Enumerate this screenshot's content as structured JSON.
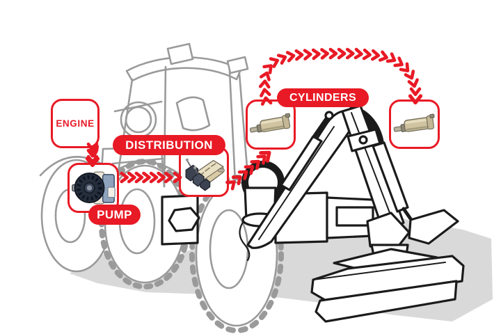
{
  "colors": {
    "accent_red": "#e81a25",
    "label_text_white": "#ffffff",
    "engine_text_red": "#e81a25",
    "machine_line_gray": "#9a9a9a",
    "machine_line_black": "#1b1b1b",
    "shadow_gray": "#d9d9d9",
    "background": "#ffffff"
  },
  "nodes": {
    "engine": {
      "label": "ENGINE"
    },
    "pump": {
      "label": "PUMP",
      "image": "gear-pump-photo"
    },
    "distribution": {
      "label": "DISTRIBUTION",
      "image": "hydraulic-control-valve-photo"
    },
    "cylinders": {
      "label": "CYLINDERS",
      "image_left": "hydraulic-cylinder-photo",
      "image_right": "hydraulic-cylinder-photo"
    }
  },
  "connections": [
    {
      "from": "engine",
      "to": "pump",
      "style": "red-chevron-dashed-down"
    },
    {
      "from": "pump",
      "to": "distribution",
      "style": "red-chevron-dashed-right"
    },
    {
      "from": "distribution",
      "to": "cylinder-left",
      "style": "red-chevron-dashed-diagonal-up"
    },
    {
      "from": "cylinder-left",
      "to": "cylinder-right",
      "style": "red-chevron-dashed-arc-over-top"
    }
  ],
  "illustration": {
    "subject": "tractor-excavator-with-boom-arm-and-flail-mower"
  }
}
